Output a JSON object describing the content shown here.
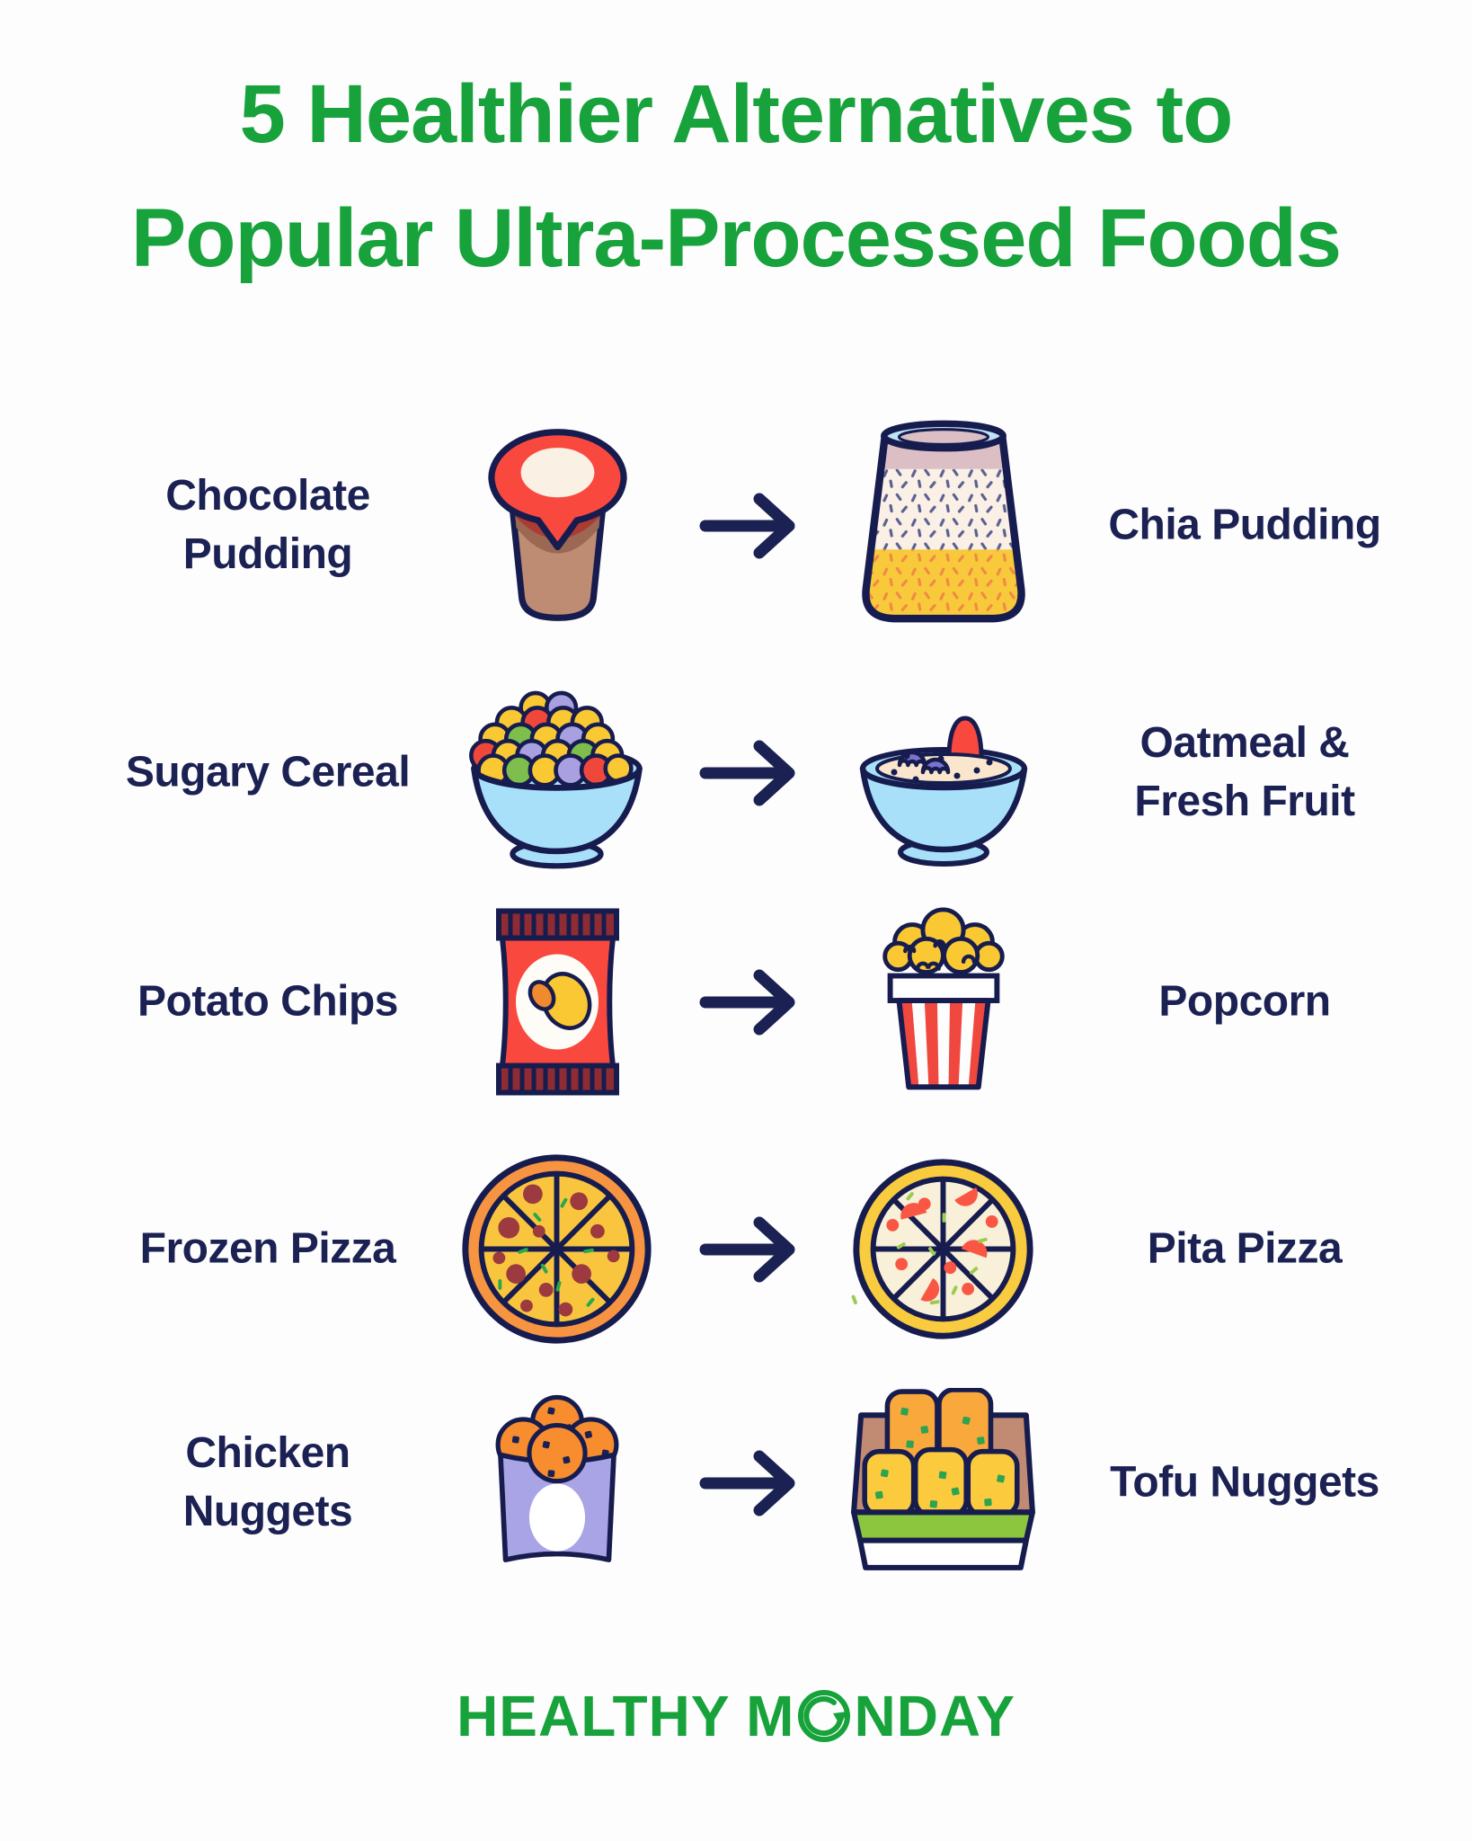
{
  "title": {
    "line1": "5 Healthier Alternatives to",
    "line2": "Popular Ultra-Processed Foods"
  },
  "rows": [
    {
      "processed": "Chocolate\nPudding",
      "alternative": "Chia Pudding",
      "processed_icon": "chocolate-pudding-icon",
      "alternative_icon": "chia-pudding-icon"
    },
    {
      "processed": "Sugary Cereal",
      "alternative": "Oatmeal &\nFresh Fruit",
      "processed_icon": "sugary-cereal-icon",
      "alternative_icon": "oatmeal-fresh-fruit-icon"
    },
    {
      "processed": "Potato Chips",
      "alternative": "Popcorn",
      "processed_icon": "potato-chips-icon",
      "alternative_icon": "popcorn-icon"
    },
    {
      "processed": "Frozen Pizza",
      "alternative": "Pita Pizza",
      "processed_icon": "frozen-pizza-icon",
      "alternative_icon": "pita-pizza-icon"
    },
    {
      "processed": "Chicken\nNuggets",
      "alternative": "Tofu Nuggets",
      "processed_icon": "chicken-nuggets-icon",
      "alternative_icon": "tofu-nuggets-icon"
    }
  ],
  "arrow_icon": "right-arrow-icon",
  "footer": {
    "brand_full": "HEALTHY MONDAY",
    "brand_prefix": "HEALTHY M",
    "brand_suffix": "NDAY",
    "logo_icon": "monday-circle-arrow-icon"
  },
  "colors": {
    "title_green": "#17A23B",
    "text_navy": "#1B2153",
    "outline_navy": "#171C4F",
    "red": "#F9493F",
    "maroon_red": "#9C3A40",
    "dark_red_crimp": "#8E2B33",
    "yellow": "#F9C832",
    "orange": "#F78D2F",
    "crust_orange": "#F79441",
    "light_blue": "#A8E0F9",
    "glass_blue": "#BFE4F7",
    "cream": "#FAF0E6",
    "oatmeal_cream": "#F9E6CC",
    "pudding_brown": "#BE8C73",
    "dark_brown": "#9B6953",
    "mauve": "#DCBFC4",
    "periwinkle": "#A9A4E6",
    "cereal_purple": "#A8A0E0",
    "leaf_green": "#8CC63F",
    "speck_green": "#2EA352",
    "fleck_green": "#27A94C",
    "background": "#FDFDFD"
  }
}
